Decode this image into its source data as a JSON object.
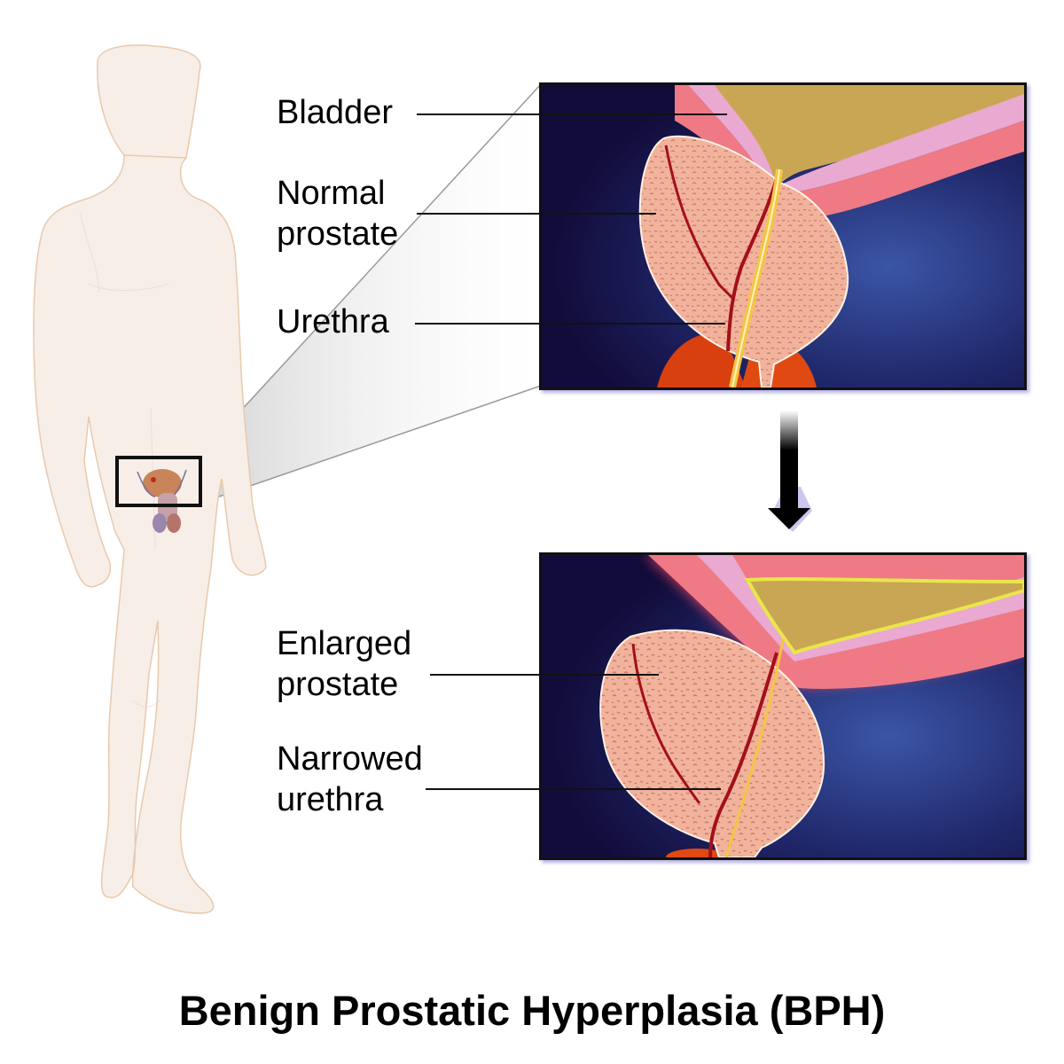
{
  "title": "Benign Prostatic Hyperplasia (BPH)",
  "figure": {
    "body_silhouette": "standing male figure (translucent)",
    "inset_box": "pelvic region highlight",
    "arrow": "down-arrow"
  },
  "panels": {
    "normal": {
      "labels": [
        {
          "id": "bladder",
          "text": "Bladder"
        },
        {
          "id": "normal_prostate_line1",
          "text": "Normal"
        },
        {
          "id": "normal_prostate_line2",
          "text": "prostate"
        },
        {
          "id": "urethra",
          "text": "Urethra"
        }
      ]
    },
    "enlarged": {
      "labels": [
        {
          "id": "enlarged_prostate_line1",
          "text": "Enlarged"
        },
        {
          "id": "enlarged_prostate_line2",
          "text": "prostate"
        },
        {
          "id": "narrowed_urethra_line1",
          "text": "Narrowed"
        },
        {
          "id": "narrowed_urethra_line2",
          "text": "urethra"
        }
      ]
    }
  },
  "colors": {
    "panel_bg_dark": "#120c3a",
    "panel_bg_blue": "#2c3f8a",
    "prostate": "#f2b39c",
    "prostate_dark": "#d98b78",
    "bladder_wall": "#ef7a86",
    "bladder_lining": "#e9a9d0",
    "urine": "#c9a654",
    "urethra": "#f5c542",
    "duct_red": "#a3101b",
    "tissue_orange": "#d9400f",
    "body": "#f6ede6",
    "body_outline": "#e8c9a8"
  }
}
